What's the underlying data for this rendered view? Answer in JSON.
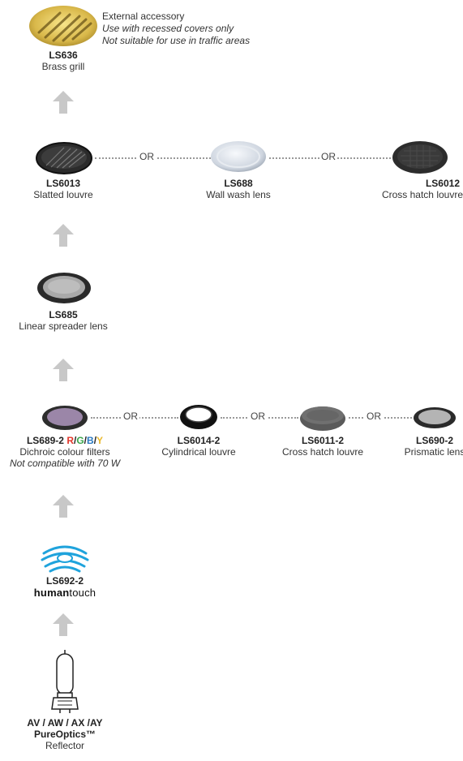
{
  "external": {
    "code": "LS636",
    "name": "Brass grill",
    "heading": "External accessory",
    "note1": "Use with recessed covers only",
    "note2": "Not suitable for use in traffic areas"
  },
  "row_louvres": {
    "or1": "OR",
    "or2": "OR",
    "items": [
      {
        "code": "LS6013",
        "name": "Slatted louvre"
      },
      {
        "code": "LS688",
        "name": "Wall wash lens"
      },
      {
        "code": "LS6012",
        "name": "Cross hatch louvre"
      }
    ]
  },
  "spreader": {
    "code": "LS685",
    "name": "Linear spreader lens"
  },
  "row_filters": {
    "or1": "OR",
    "or2": "OR",
    "or3": "OR",
    "filter": {
      "code": "LS689-2",
      "variants": [
        "R",
        "G",
        "B",
        "Y"
      ],
      "separator": "/",
      "name": "Dichroic colour filters",
      "note": "Not compatible with 70 W"
    },
    "items": [
      {
        "code": "LS6014-2",
        "name": "Cylindrical louvre"
      },
      {
        "code": "LS6011-2",
        "name": "Cross hatch louvre"
      },
      {
        "code": "LS690-2",
        "name": "Prismatic lens"
      }
    ]
  },
  "humantouch": {
    "code": "LS692-2",
    "brand_a": "human",
    "brand_b": "touch"
  },
  "reflector": {
    "line1": "AV / AW / AX /AY",
    "line2": "PureOptics™",
    "line3": "Reflector"
  },
  "colors": {
    "arrow": "#c8c8c8",
    "red": "#e2372b",
    "green": "#3aa54a",
    "blue": "#2a79c0",
    "yellow": "#e9b92b",
    "brand_blue": "#1fa3dc"
  },
  "icons": [
    "brass-grill-icon",
    "slatted-louvre-icon",
    "wall-wash-lens-icon",
    "cross-hatch-louvre-icon",
    "linear-spreader-lens-icon",
    "dichroic-filter-icon",
    "cylindrical-louvre-icon",
    "cross-hatch-louvre-2-icon",
    "prismatic-lens-icon",
    "humantouch-logo-icon",
    "lamp-bulb-icon",
    "up-arrow-icon"
  ]
}
